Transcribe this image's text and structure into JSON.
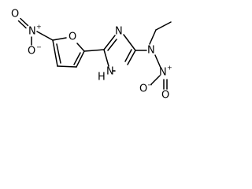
{
  "molecule": {
    "atoms": {
      "nitro_left_O_top": "O",
      "nitro_left_N": "N",
      "nitro_left_N_charge": "+",
      "nitro_left_O_bottom": "O",
      "nitro_left_O_bottom_charge": "−",
      "furan_O": "O",
      "triazole_N4": "N",
      "triazole_N2": "N",
      "triazole_H": "H",
      "amine_N": "N",
      "nitro_right_N": "N",
      "nitro_right_N_charge": "+",
      "nitro_right_O_top": "O",
      "nitro_right_O_top_charge": "−",
      "nitro_right_O_bottom": "O"
    },
    "colors": {
      "bond": "#000000",
      "label": "#000000",
      "background": "#ffffff"
    }
  }
}
